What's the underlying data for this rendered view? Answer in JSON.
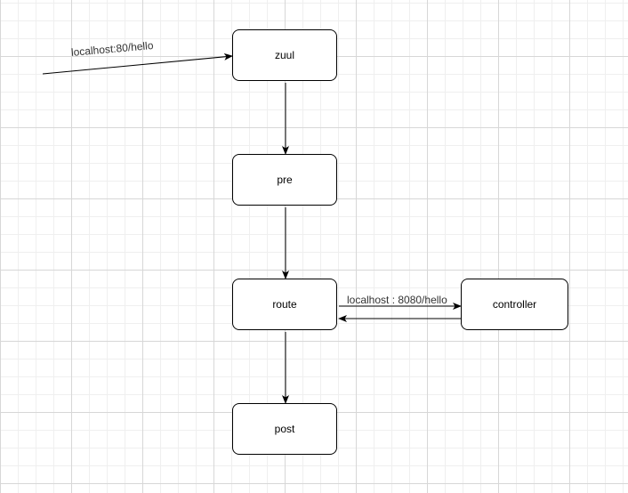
{
  "nodes": {
    "zuul": "zuul",
    "pre": "pre",
    "route": "route",
    "post": "post",
    "controller": "controller"
  },
  "edges": {
    "incoming_label": "localhost:80/hello",
    "route_controller_label": "localhost : 8080/hello"
  },
  "colors": {
    "stroke": "#000000",
    "node_fill": "#ffffff",
    "label_text": "#333333"
  }
}
